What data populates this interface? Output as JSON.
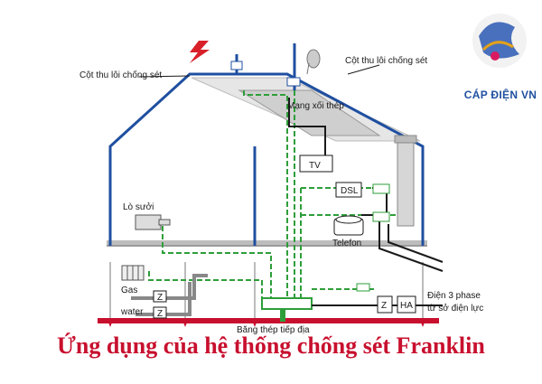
{
  "labels": {
    "rod_left": "Cột thu lôi chống sét",
    "rod_right": "Cột thu lôi chống sét",
    "mesh": "Mạng xối thép",
    "tv": "TV",
    "dsl": "DSL",
    "fireplace": "Lò sưởi",
    "telefon": "Telefon",
    "gas": "Gas",
    "water": "water",
    "z_gas": "Z",
    "z_water": "Z",
    "z_power": "Z",
    "ha": "HA",
    "power_line1": "Điện 3 phase",
    "power_line2": "từ sở điện lực",
    "earth_strip": "Băng thép tiếp địa"
  },
  "brand": {
    "name": "CÁP ĐIỆN VN"
  },
  "caption": "Ứng dụng của hệ thống chống sét Franklin",
  "colors": {
    "conductor": "#1f4fa0",
    "bonding": "#2e9e3a",
    "earth_strip": "#c8102e",
    "caption": "#c8102e",
    "lightning": "#d8202a"
  }
}
